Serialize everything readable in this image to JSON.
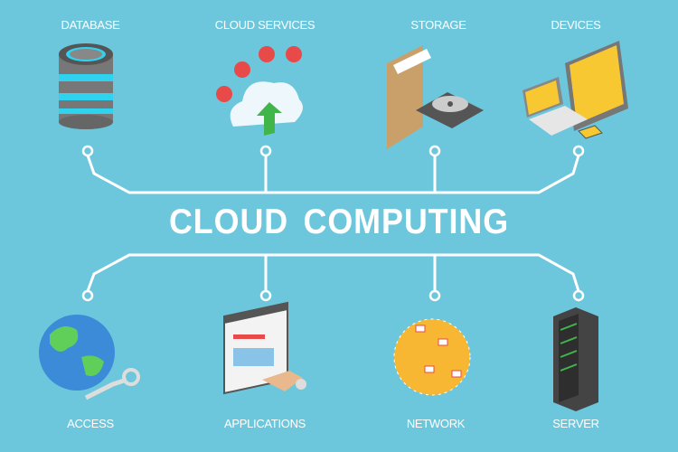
{
  "title": "CLOUD COMPUTING",
  "top_items": [
    {
      "label": "DATABASE",
      "icon": "database-icon"
    },
    {
      "label": "CLOUD SERVICES",
      "icon": "cloud-services-icon"
    },
    {
      "label": "STORAGE",
      "icon": "storage-icon"
    },
    {
      "label": "DEVICES",
      "icon": "devices-icon"
    }
  ],
  "bottom_items": [
    {
      "label": "ACCESS",
      "icon": "globe-key-icon"
    },
    {
      "label": "APPLICATIONS",
      "icon": "applications-icon"
    },
    {
      "label": "NETWORK",
      "icon": "network-globe-icon"
    },
    {
      "label": "SERVER",
      "icon": "server-rack-icon"
    }
  ],
  "colors": {
    "background": "#6cc7dc",
    "lines": "#ffffff",
    "accent_yellow": "#f7c832",
    "accent_red": "#e84a4a",
    "accent_green": "#3fb54a"
  }
}
